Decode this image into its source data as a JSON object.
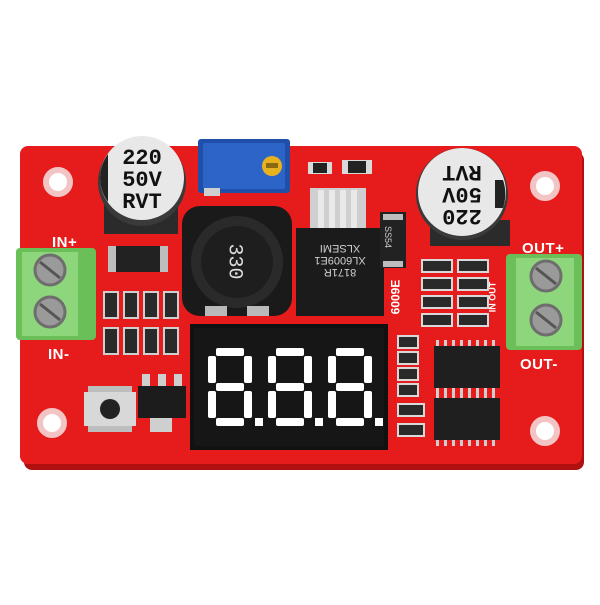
{
  "board": {
    "in_plus": "IN+",
    "in_minus": "IN-",
    "out_plus": "OUT+",
    "out_minus": "OUT-",
    "in_out": "IN OUT",
    "silk_6009": "6009E",
    "colors": {
      "pcb": "#e61b1b",
      "terminal": "#7fcf6b",
      "display": "#111111",
      "segment": "#ffffff"
    }
  },
  "cap_left": {
    "lines": [
      "220",
      "50V",
      "RVT"
    ]
  },
  "cap_right": {
    "lines": [
      "RVT",
      "50V",
      "220"
    ]
  },
  "inductor": {
    "marking": "330"
  },
  "regulator": {
    "line1": "XLSEMI",
    "line2": "XL6009E1",
    "line3": "8171R"
  },
  "diode": {
    "marking": "SS54"
  },
  "display": {
    "digits": "8.8.8."
  }
}
